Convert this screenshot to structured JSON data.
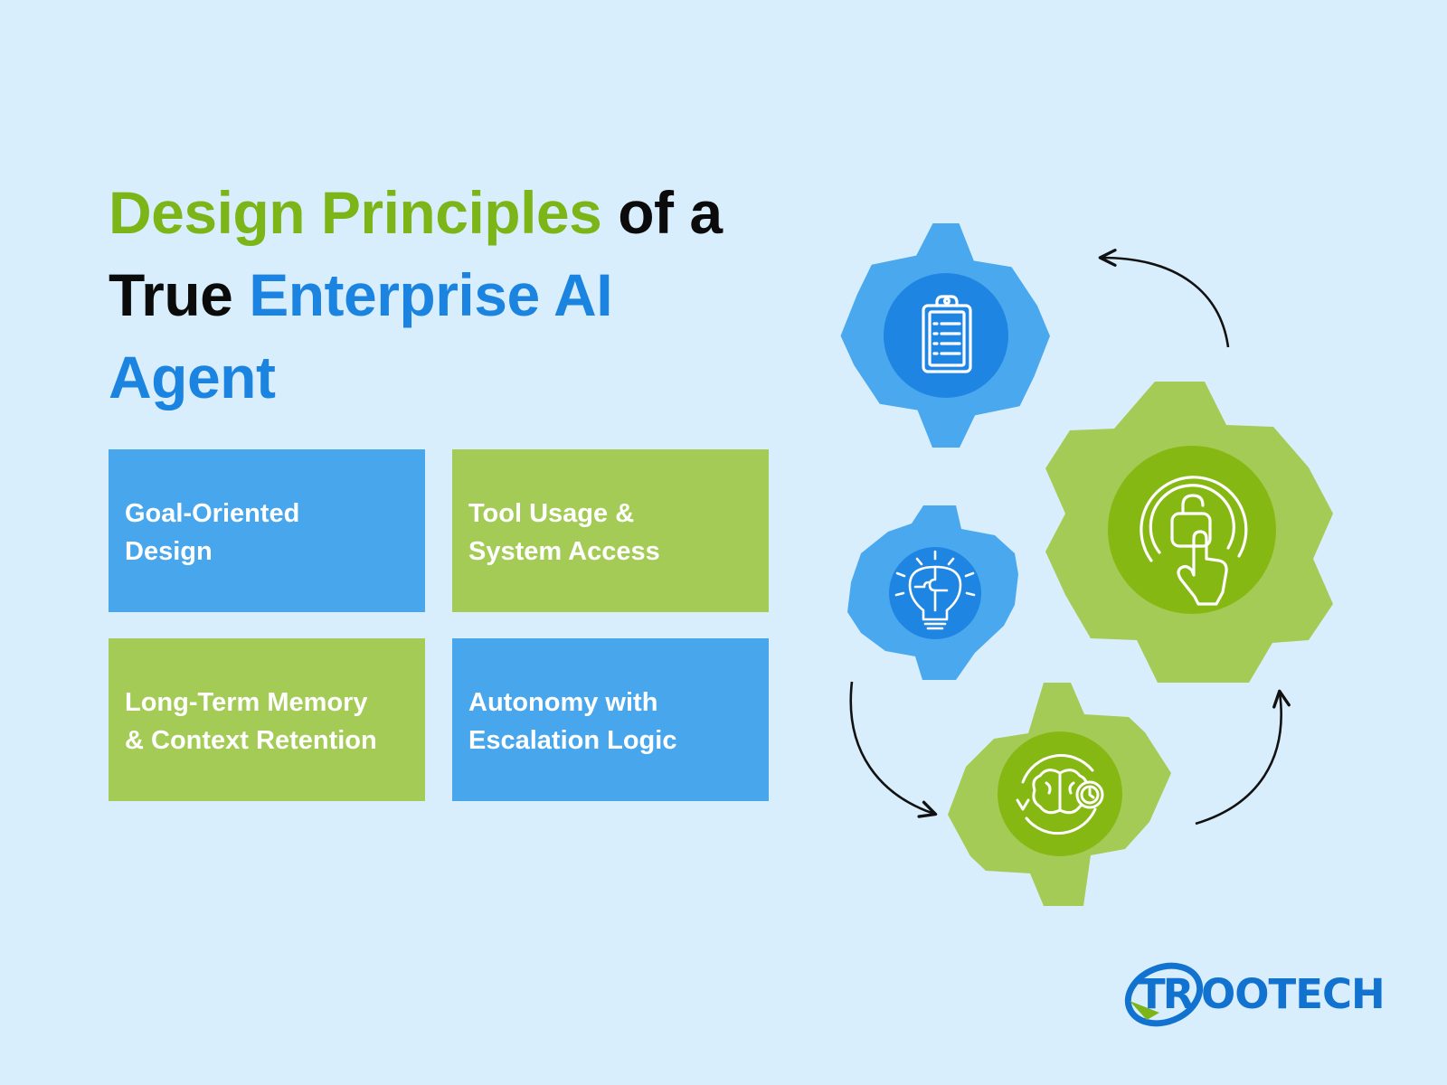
{
  "colors": {
    "background": "#d9eefc",
    "green": "#7cb518",
    "blue": "#1b84e0",
    "dark": "#0b0b0b",
    "card_blue": "#48a6ec",
    "card_green": "#a3cb55",
    "gear_blue": "#4aa8ee",
    "gear_blue_core": "#1f85e2",
    "gear_green": "#a4cb56",
    "gear_green_core": "#86b813"
  },
  "title": {
    "part1": "Design Principles",
    "part2": " of a",
    "part3": "True ",
    "part4": "Enterprise AI",
    "part5": "Agent"
  },
  "cards": [
    {
      "line1": "Goal-Oriented",
      "line2": "Design",
      "color": "blue"
    },
    {
      "line1": "Tool Usage &",
      "line2": "System Access",
      "color": "green"
    },
    {
      "line1": "Long-Term Memory",
      "line2": "& Context Retention",
      "color": "green"
    },
    {
      "line1": "Autonomy with",
      "line2": "Escalation Logic",
      "color": "blue"
    }
  ],
  "icons": {
    "top_gear": "clipboard-checklist-icon",
    "large_gear": "touch-hand-icon",
    "small_gear": "lightbulb-puzzle-icon",
    "bottom_gear": "brain-cycle-icon"
  },
  "logo": {
    "text_left": "TR",
    "text_right": "OOTECH"
  }
}
